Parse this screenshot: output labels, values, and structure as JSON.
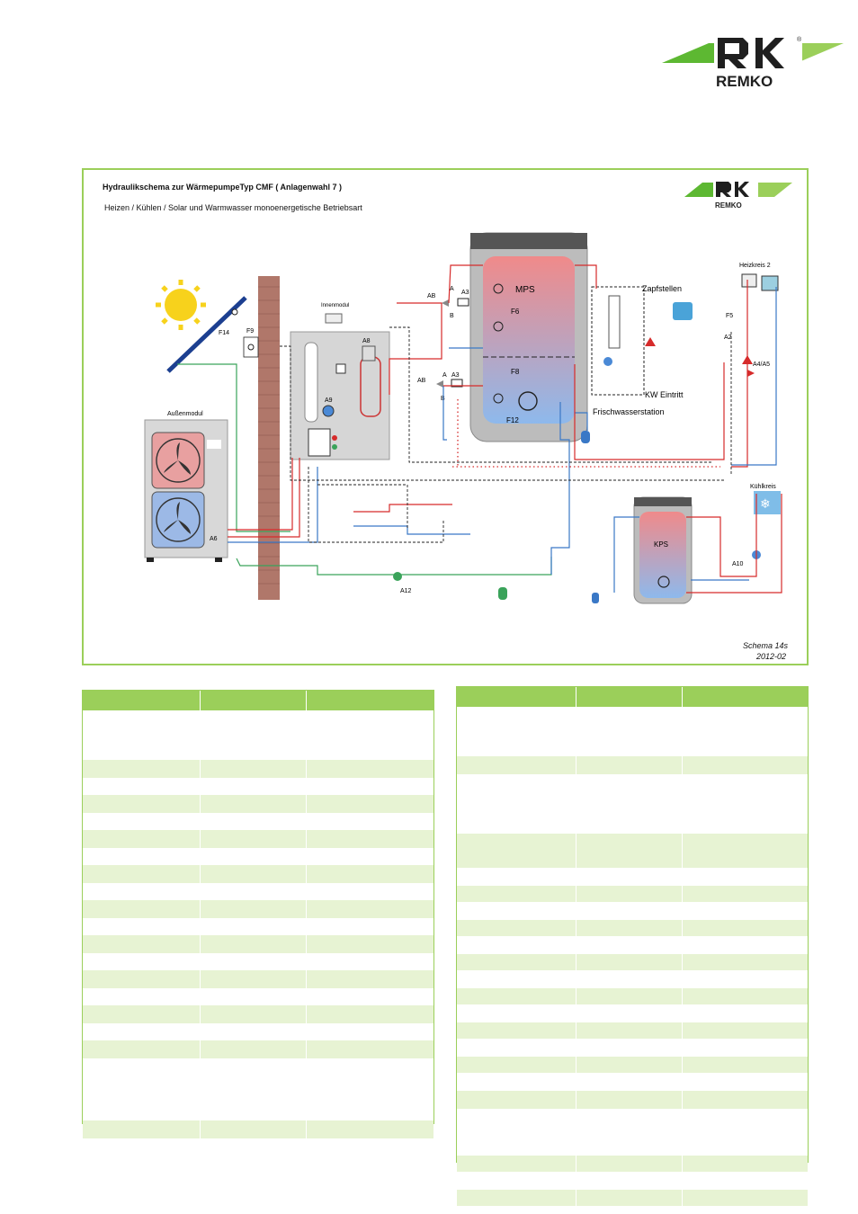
{
  "brand": {
    "name": "REMKO",
    "trademark": "®",
    "accent_green": "#9bcf5a",
    "logo_green": "#5db832"
  },
  "diagram": {
    "title": "Hydraulikschema zur WärmepumpeTyp  CMF  ( Anlagenwahl 7 )",
    "subtitle": "Heizen / Kühlen / Solar  und Warmwasser monoenergetische Betriebsart",
    "schema_label": "Schema 14s",
    "schema_date": "2012-02",
    "labels": {
      "mps": "MPS",
      "kps": "KPS",
      "innenmodul": "Innenmodul",
      "aussenmodul": "Außenmodul",
      "zapfstellen": "Zapfstellen",
      "kw_eintritt": "KW Eintritt",
      "frischwasserstation": "Frischwasserstation",
      "heizkreis2": "Heizkreis 2",
      "kuehlkreis": "Kühlkreis",
      "f5": "F5",
      "f6": "F6",
      "f8": "F8",
      "f9": "F9",
      "f12": "F12",
      "f14": "F14",
      "a2": "A2",
      "a3_top": "A3",
      "a3_bottom": "A3",
      "a4a5": "A4/A5",
      "a6": "A6",
      "a8": "A8",
      "a9": "A9",
      "a10": "A10",
      "a12": "A12",
      "ab_top": "AB",
      "ab_bottom": "AB",
      "a_top": "A",
      "b_top": "B",
      "a_bottom": "A",
      "b_bottom": "B"
    },
    "colors": {
      "hot": "#d62b2b",
      "cold": "#3a78c6",
      "solar": "#3aa35a",
      "signal": "#222222",
      "wall": "#b0776a"
    }
  },
  "left_table": {
    "rows": [
      "hdr",
      "light",
      "light",
      "tint",
      "light",
      "tint",
      "light",
      "tint",
      "light",
      "tint",
      "light",
      "tint",
      "light",
      "tint",
      "light",
      "tint",
      "light",
      "tint",
      "light",
      "tint",
      "light",
      "light",
      "tint"
    ]
  },
  "right_table": {
    "rows": [
      "hdr",
      "light",
      "light",
      "tint",
      "light",
      "light",
      "tint",
      "tint",
      "light",
      "tint",
      "light",
      "tint",
      "light",
      "tint",
      "light",
      "tint",
      "light",
      "tint",
      "light",
      "tint",
      "light",
      "tint",
      "light",
      "light",
      "tint",
      "light",
      "tint"
    ]
  }
}
